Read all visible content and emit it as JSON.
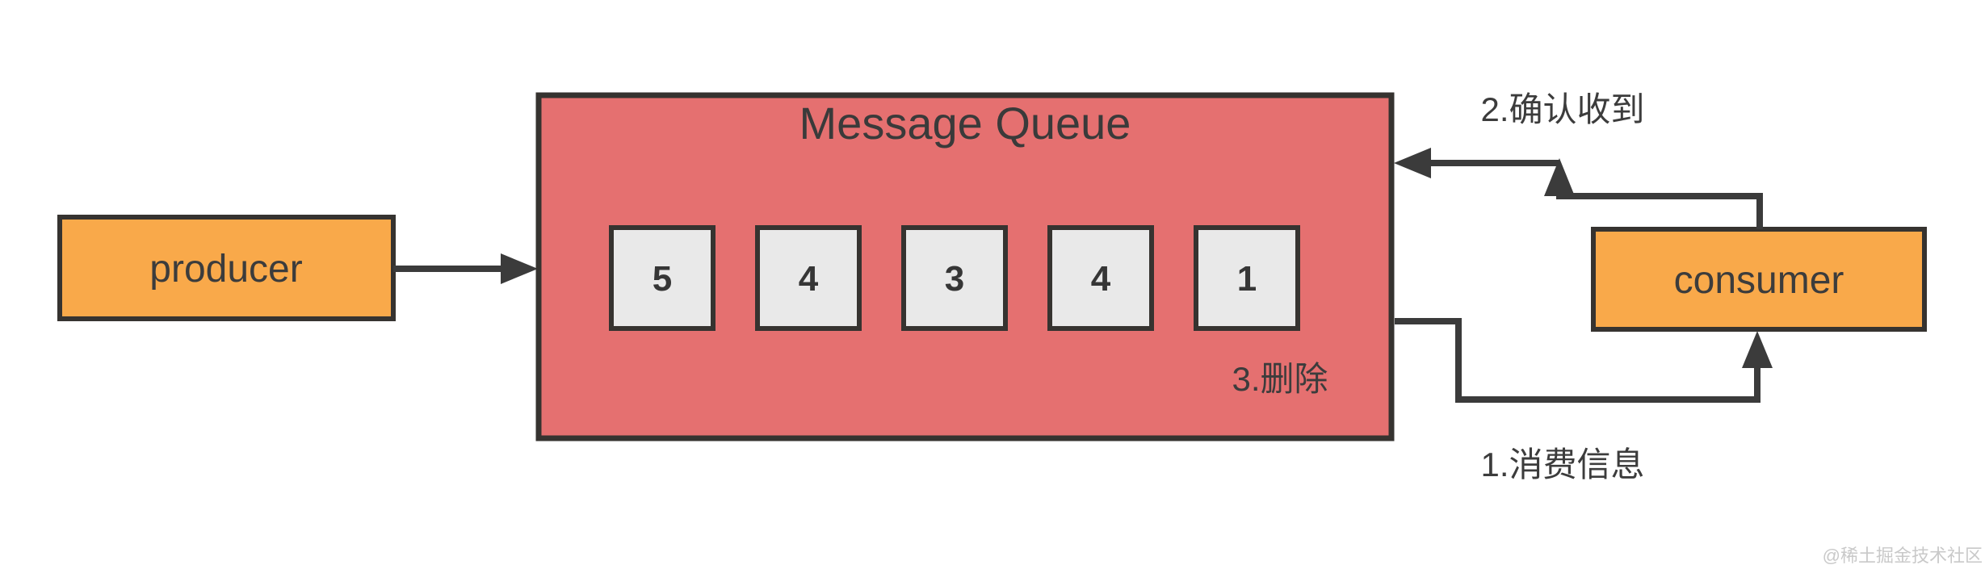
{
  "diagram": {
    "producer": {
      "label": "producer"
    },
    "queue": {
      "title": "Message Queue",
      "items": [
        "5",
        "4",
        "3",
        "4",
        "1"
      ],
      "delete_label": "3.删除"
    },
    "consumer": {
      "label": "consumer"
    },
    "arrows": {
      "ack_label": "2.确认收到",
      "consume_label": "1.消费信息"
    },
    "watermark": "@稀土掘金技术社区"
  },
  "colors": {
    "node_fill": "#F9A94A",
    "queue_fill": "#E57070",
    "cell_fill": "#E9E9E9"
  }
}
